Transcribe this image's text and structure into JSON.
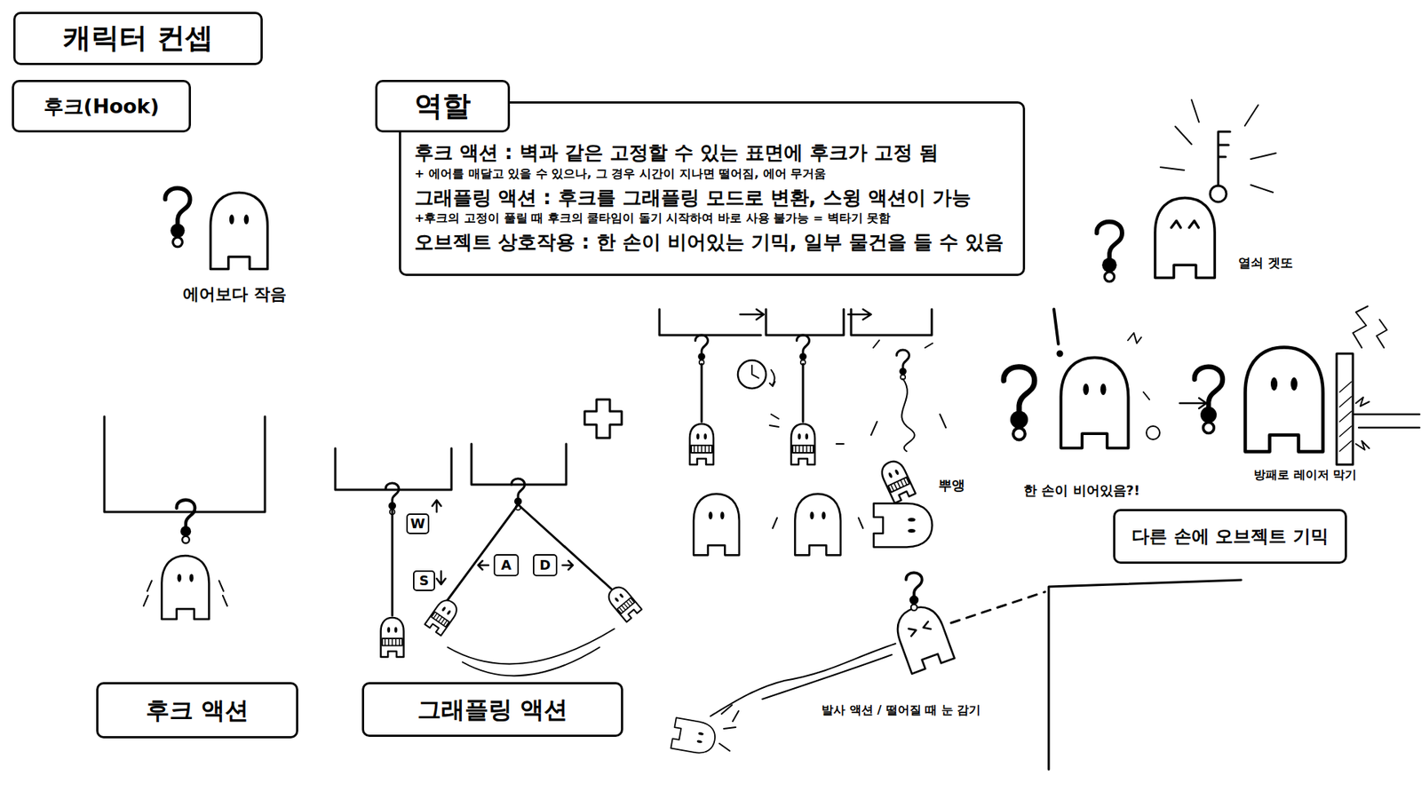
{
  "diagram": {
    "nodes": [
      {
        "text": [
          "캐릭터 컨셉"
        ]
      },
      {
        "text": [
          "후크(Hook)"
        ]
      },
      {
        "text": [
          "역할"
        ]
      },
      {
        "text": [
          "후크 액션 : 벽과 같은 고정할 수 있는 표면에 후크가 고정 됨",
          "+ 에어를 매달고 있을 수 있으나, 그 경우 시간이 지나면 떨어짐, 에어 무거움",
          "그래플링 액션 : 후크를 그래플링 모드로 변환, 스윙 액션이 가능",
          "+후크의 고정이 풀릴 때 후크의 쿨타임이 돌기 시작하여 바로 사용 불가능 = 벽타기 못함",
          "오브젝트 상호작용 : 한 손이 비어있는 기믹, 일부 물건을 들 수 있음"
        ]
      },
      {
        "text": [
          "다른 손에 오브젝트 기믹"
        ]
      },
      {
        "text": [
          "W"
        ]
      },
      {
        "text": [
          "A"
        ]
      },
      {
        "text": [
          "D"
        ]
      },
      {
        "text": [
          "S"
        ]
      },
      {
        "text": [
          "후크 액션"
        ]
      },
      {
        "text": [
          "그래플링 액션"
        ]
      }
    ],
    "labels": [
      "열쇠 겟또",
      "에어보다 작음",
      "방패로 레이저 막기",
      "한 손이 비어있음?!",
      "뿌앵",
      "발사 액션 / 떨어질 때 눈 감기"
    ]
  }
}
